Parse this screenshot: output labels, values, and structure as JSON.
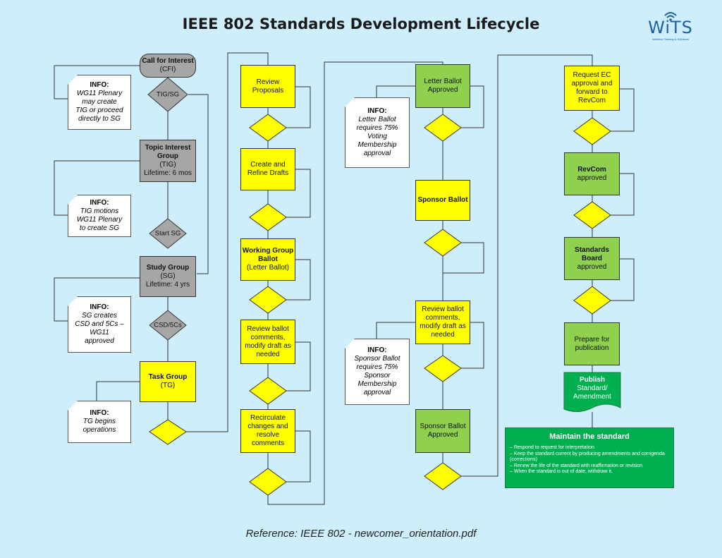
{
  "title": "IEEE 802 Standards Development Lifecycle",
  "reference": "Reference: IEEE 802 - newcomer_orientation.pdf",
  "logo": {
    "text": "WiTS",
    "tagline": "Wireless Training & Solutions"
  },
  "nodes": {
    "cfi": {
      "line1": "Call for Interest",
      "line2": "(CFI)"
    },
    "tig": {
      "line1": "Topic Interest",
      "line2": "Group",
      "line3": "(TIG)",
      "line4": "Lifetime: 6 mos"
    },
    "sg": {
      "line1": "Study Group",
      "line2": "(SG)",
      "line3": "Lifetime: 4 yrs"
    },
    "tg": {
      "line1": "Task Group",
      "line2": "(TG)"
    },
    "review_proposals": "Review Proposals",
    "create_drafts": {
      "line1": "Create and",
      "line2": "Refine Drafts"
    },
    "wg_ballot": {
      "line1": "Working Group",
      "line2": "Ballot",
      "line3": "(Letter Ballot)"
    },
    "review_comments_1": {
      "line1": "Review ballot",
      "line2": "comments,",
      "line3": "modify draft as",
      "line4": "needed"
    },
    "recirculate": {
      "line1": "Recirculate",
      "line2": "changes and",
      "line3": "resolve",
      "line4": "comments"
    },
    "lb_approved": {
      "line1": "Letter Ballot",
      "line2": "Approved"
    },
    "sponsor_ballot": "Sponsor Ballot",
    "review_comments_2": {
      "line1": "Review ballot",
      "line2": "comments,",
      "line3": "modify draft as",
      "line4": "needed"
    },
    "sb_approved": {
      "line1": "Sponsor Ballot",
      "line2": "Approved"
    },
    "request_ec": {
      "line1": "Request EC",
      "line2": "approval and",
      "line3": "forward to",
      "line4": "RevCom"
    },
    "revcom": {
      "line1": "RevCom",
      "line2": "approved"
    },
    "std_board": {
      "line1": "Standards Board",
      "line2": "approved"
    },
    "prepare": {
      "line1": "Prepare for",
      "line2": "publication"
    },
    "publish": {
      "line1": "Publish",
      "line2": "Standard/",
      "line3": "Amendment"
    }
  },
  "decisions": {
    "tig_sg": "TIG/SG",
    "start_sg": "Start SG",
    "csd_5cs": "CSD/5Cs"
  },
  "info_boxes": {
    "i1": {
      "head": "INFO:",
      "l1": "WG11 Plenary",
      "l2": "may create",
      "l3": "TIG or proceed",
      "l4": "directly to SG"
    },
    "i2": {
      "head": "INFO:",
      "l1": "TIG motions",
      "l2": "WG11 Plenary",
      "l3": "to create SG"
    },
    "i3": {
      "head": "INFO:",
      "l1": "SG creates",
      "l2": "CSD and 5Cs –",
      "l3": "WG11",
      "l4": "approved"
    },
    "i4": {
      "head": "INFO:",
      "l1": "TG begins",
      "l2": "operations"
    },
    "i5": {
      "head": "INFO:",
      "l1": "Letter Ballot",
      "l2": "requires 75%",
      "l3": "Voting",
      "l4": "Membership",
      "l5": "approval"
    },
    "i6": {
      "head": "INFO:",
      "l1": "Sponsor Ballot",
      "l2": "requires 75%",
      "l3": "Sponsor",
      "l4": "Membership",
      "l5": "approval"
    }
  },
  "maintain": {
    "title": "Maintain the standard",
    "items": [
      "– Respond to request for interpretation",
      "– Keep the standard current by producing amendments and corrigenda (corrections)",
      "– Renew the life of the standard with reaffirmation or revision",
      "– When the standard is out of date, withdraw it."
    ]
  },
  "colors": {
    "background": "#cfeefb",
    "gray_box": "#a6a6a6",
    "yellow_box": "#ffff00",
    "green_box": "#8fd14f",
    "maintain_box": "#00b050",
    "logo_blue": "#1f5fa8"
  }
}
